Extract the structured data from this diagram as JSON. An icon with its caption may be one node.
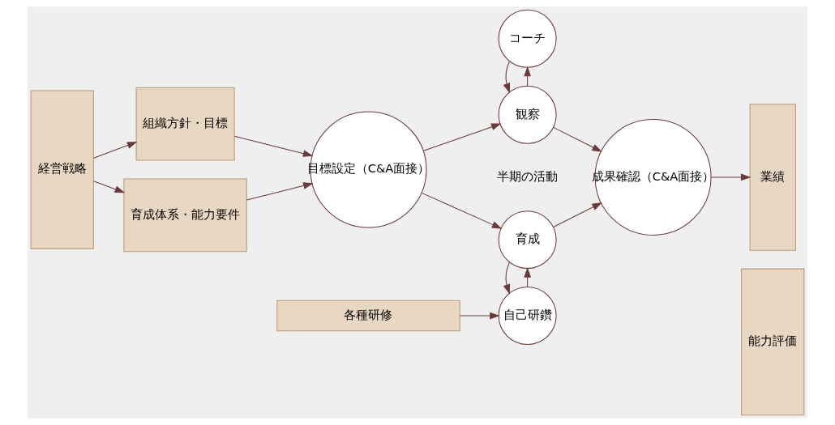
{
  "diagram": {
    "nodes": [
      {
        "text": [
          "経営戦略"
        ]
      },
      {
        "text": [
          "組織方針・目標"
        ]
      },
      {
        "text": [
          "育成体系・能力要件"
        ]
      },
      {
        "text": [
          "目標設定（C&A面接）"
        ]
      },
      {
        "text": [
          "コーチ"
        ]
      },
      {
        "text": [
          "観察"
        ]
      },
      {
        "text": [
          "育成"
        ]
      },
      {
        "text": [
          "自己研鑽"
        ]
      },
      {
        "text": [
          "成果確認（C&A面接）"
        ]
      },
      {
        "text": [
          "業績"
        ]
      },
      {
        "text": [
          "能力評価"
        ]
      },
      {
        "text": [
          "各種研修"
        ]
      }
    ],
    "edges": [
      {
        "from": 0,
        "to": 1,
        "arrow": "to"
      },
      {
        "from": 0,
        "to": 2,
        "arrow": "to"
      },
      {
        "from": 1,
        "to": 3,
        "arrow": "to"
      },
      {
        "from": 2,
        "to": 3,
        "arrow": "to"
      },
      {
        "from": 3,
        "to": 5,
        "arrow": "to"
      },
      {
        "from": 3,
        "to": 6,
        "arrow": "to"
      },
      {
        "from": 5,
        "to": 4,
        "arrow": "to"
      },
      {
        "from": 4,
        "to": 5,
        "arrow": "to"
      },
      {
        "from": 7,
        "to": 6,
        "arrow": "to"
      },
      {
        "from": 6,
        "to": 7,
        "arrow": "to"
      },
      {
        "from": 11,
        "to": 7,
        "arrow": "to"
      },
      {
        "from": 5,
        "to": 8,
        "arrow": "to"
      },
      {
        "from": 6,
        "to": 8,
        "arrow": "to"
      },
      {
        "from": 8,
        "to": 9,
        "arrow": "to"
      }
    ],
    "labels": [
      "半期の活動"
    ]
  }
}
